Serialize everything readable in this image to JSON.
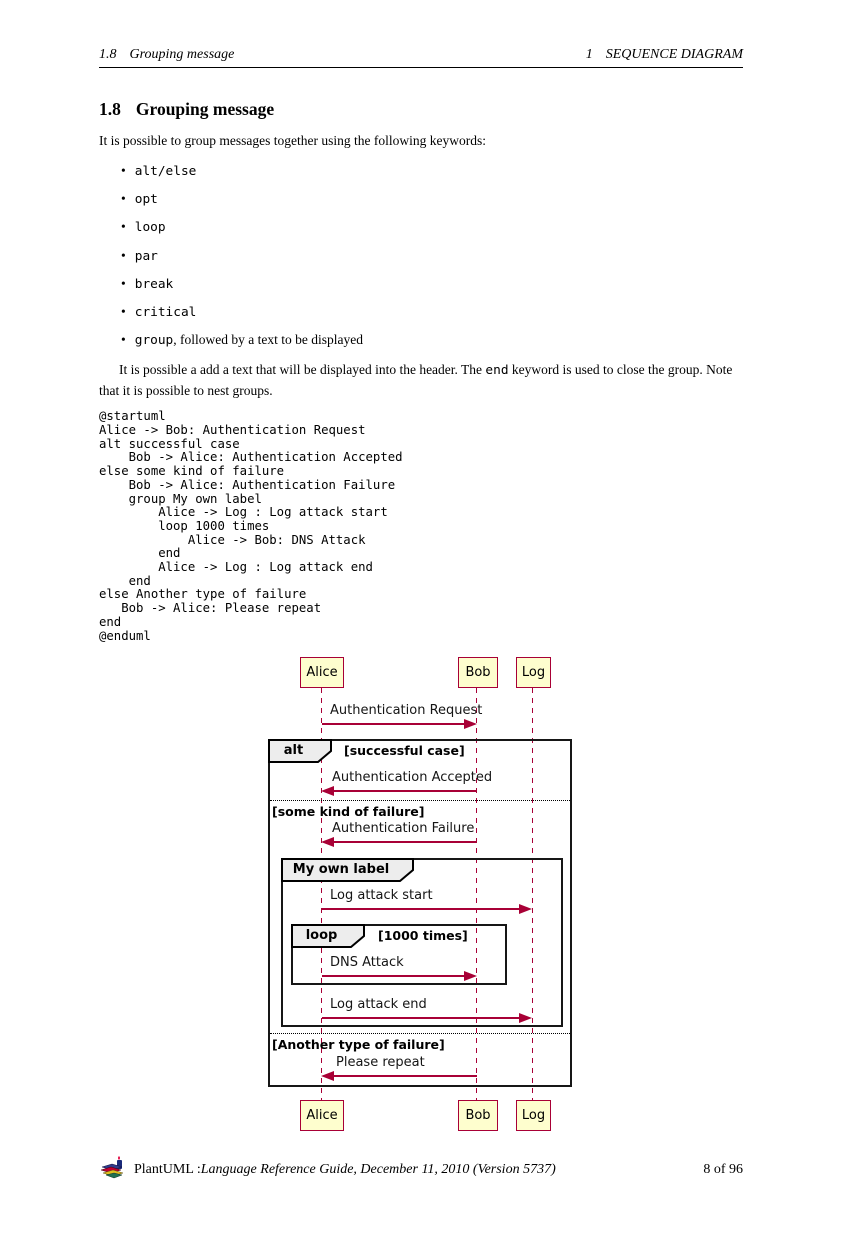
{
  "header": {
    "left": {
      "num": "1.8",
      "text": "Grouping message"
    },
    "right": {
      "num": "1",
      "text": "SEQUENCE DIAGRAM"
    }
  },
  "section": {
    "num": "1.8",
    "title": "Grouping message"
  },
  "intro": "It is possible to group messages together using the following keywords:",
  "bullets": [
    {
      "code": "alt/else",
      "text": ""
    },
    {
      "code": "opt",
      "text": ""
    },
    {
      "code": "loop",
      "text": ""
    },
    {
      "code": "par",
      "text": ""
    },
    {
      "code": "break",
      "text": ""
    },
    {
      "code": "critical",
      "text": ""
    },
    {
      "code": "group",
      "text": ", followed by a text to be displayed"
    }
  ],
  "para2": {
    "before": "It is possible a add a text that will be displayed into the header. The ",
    "code": "end",
    "after": " keyword is used to close the group. Note that it is possible to nest groups."
  },
  "code_block": "@startuml\nAlice -> Bob: Authentication Request\nalt successful case\n    Bob -> Alice: Authentication Accepted\nelse some kind of failure\n    Bob -> Alice: Authentication Failure\n    group My own label\n        Alice -> Log : Log attack start\n        loop 1000 times\n            Alice -> Bob: DNS Attack\n        end\n        Alice -> Log : Log attack end\n    end\nelse Another type of failure\n   Bob -> Alice: Please repeat\nend\n@enduml",
  "diagram": {
    "participants": [
      "Alice",
      "Bob",
      "Log"
    ],
    "messages": [
      {
        "label": "Authentication Request",
        "from": "Alice",
        "to": "Bob"
      },
      {
        "label": "Authentication Accepted",
        "from": "Bob",
        "to": "Alice"
      },
      {
        "label": "Authentication Failure",
        "from": "Bob",
        "to": "Alice"
      },
      {
        "label": "Log attack start",
        "from": "Alice",
        "to": "Log"
      },
      {
        "label": "DNS Attack",
        "from": "Alice",
        "to": "Bob"
      },
      {
        "label": "Log attack end",
        "from": "Alice",
        "to": "Log"
      },
      {
        "label": "Please repeat",
        "from": "Bob",
        "to": "Alice"
      }
    ],
    "frames": [
      {
        "keyword": "alt",
        "condition": "[successful case]"
      },
      {
        "keyword": "My own label",
        "condition": ""
      },
      {
        "keyword": "loop",
        "condition": "[1000 times]"
      }
    ],
    "dividers": [
      "[some kind of failure]",
      "[Another type of failure]"
    ],
    "colors": {
      "arrow": "#A80036",
      "lifeline": "#A80036",
      "participant_fill": "#FEFECE",
      "participant_border": "#A80036",
      "frame_border": "#161616",
      "frame_label_fill": "#EDEDED"
    }
  },
  "footer": {
    "brand": "PlantUML : ",
    "doc_title": "Language Reference Guide, December 11, 2010 (Version 5737)",
    "page_number": "8 of 96"
  }
}
